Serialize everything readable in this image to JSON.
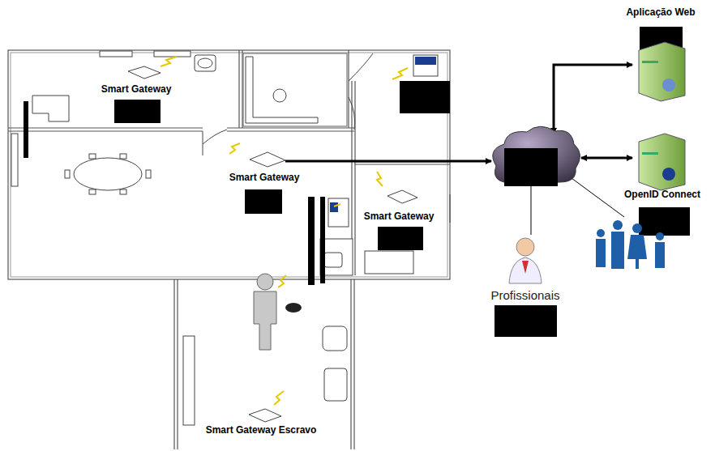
{
  "diagram": {
    "nodes": [
      {
        "text": [
          "Aplicação Web"
        ]
      },
      {
        "text": [
          "Smart Gateway"
        ]
      },
      {
        "text": [
          "Smart Gateway"
        ]
      },
      {
        "text": [
          "OpenID Connect"
        ]
      },
      {
        "text": [
          "Smart Gateway"
        ]
      },
      {
        "text": [
          "Profissionais"
        ]
      },
      {
        "text": [
          "Smart Gateway Escravo"
        ]
      }
    ]
  }
}
